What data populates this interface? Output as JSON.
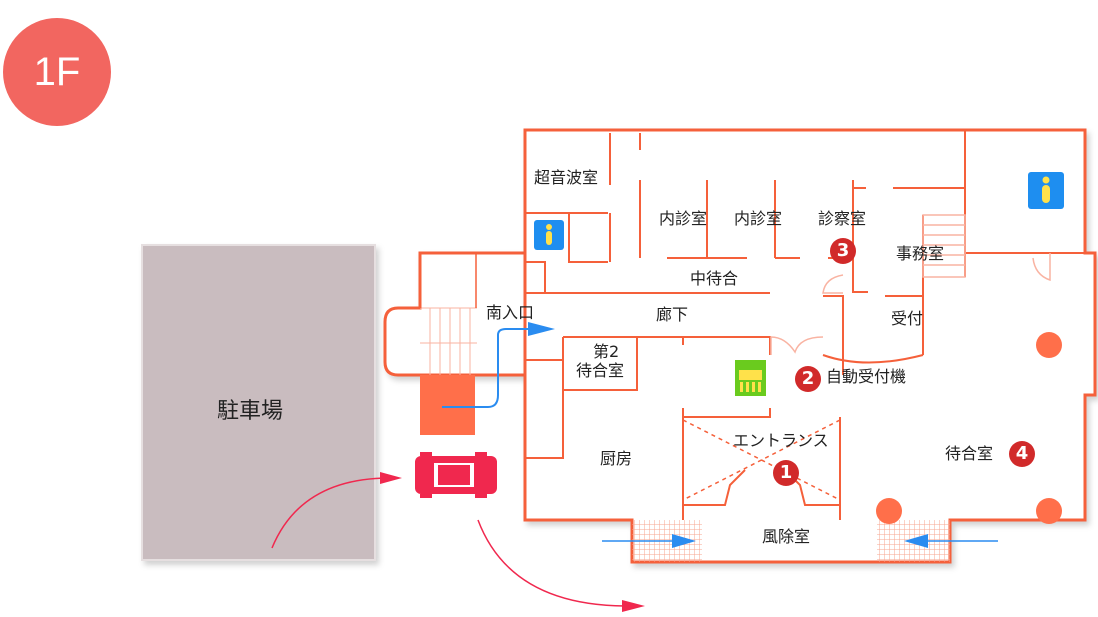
{
  "floor": "1F",
  "parking": "駐車場",
  "rooms": {
    "ultrasound": "超音波室",
    "internal1": "内診室",
    "internal2": "内診室",
    "exam": "診察室",
    "office": "事務室",
    "inner_waiting": "中待合",
    "south_entrance": "南入口",
    "corridor": "廊下",
    "reception": "受付",
    "second_waiting_1": "第2",
    "second_waiting_2": "待合室",
    "auto_reception": "自動受付機",
    "entrance": "エントランス",
    "kitchen": "厨房",
    "waiting": "待合室",
    "windbreak": "風除室"
  },
  "markers": [
    "1",
    "2",
    "3",
    "4"
  ],
  "colors": {
    "wall": "#f5603a",
    "accent": "#ff6f4a",
    "arrow": "#2a8cf0",
    "car": "#f0284e",
    "badge": "#d12a2a"
  }
}
